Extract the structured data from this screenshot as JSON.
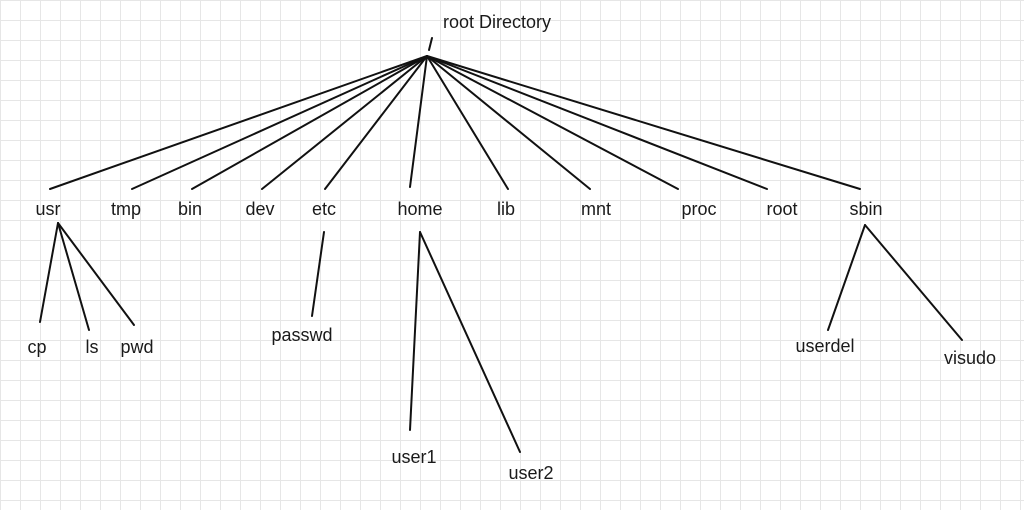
{
  "diagram": {
    "root_label": "root Directory",
    "root_marker": "/",
    "level1": [
      "usr",
      "tmp",
      "bin",
      "dev",
      "etc",
      "home",
      "lib",
      "mnt",
      "proc",
      "root",
      "sbin"
    ],
    "usr_children": [
      "cp",
      "ls",
      "pwd"
    ],
    "etc_children": [
      "passwd"
    ],
    "home_children": [
      "user1",
      "user2"
    ],
    "sbin_children": [
      "userdel",
      "visudo"
    ]
  },
  "colors": {
    "line": "#111111",
    "text": "#1a1a1a",
    "grid": "#e6e6e6"
  }
}
